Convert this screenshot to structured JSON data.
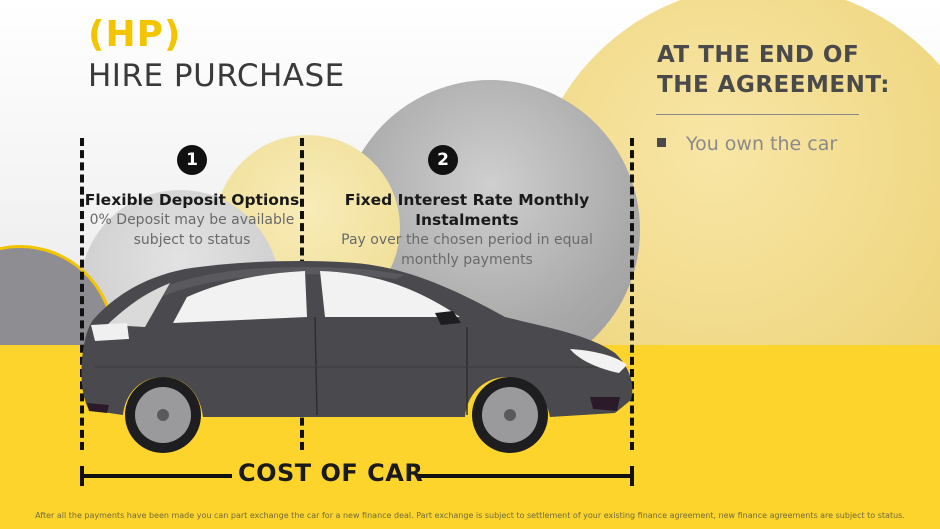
{
  "header": {
    "abbrev": "(HP)",
    "title": "HIRE PURCHASE"
  },
  "steps": [
    {
      "number": "1",
      "title": "Flexible Deposit Options",
      "desc_line1": "0% Deposit may be available",
      "desc_line2": "subject to status"
    },
    {
      "number": "2",
      "title": "Fixed Interest Rate Monthly Instalments",
      "desc_line1": "Pay over the chosen period in equal",
      "desc_line2": "monthly payments"
    }
  ],
  "end_panel": {
    "title_line1": "AT THE END OF",
    "title_line2": "THE AGREEMENT:",
    "items": [
      "You own the car"
    ]
  },
  "cost": {
    "label": "COST OF CAR"
  },
  "footer": {
    "disclaimer": "After all the payments have been made you can part exchange the car for a new finance deal. Part exchange is subject to settlement of your existing finance agreement, new finance agreements are subject to status."
  },
  "colors": {
    "accent_yellow": "#f3c500",
    "ground_yellow": "#fdd42c",
    "car_body": "#4a4a4e",
    "text_dark": "#1a1a1a"
  }
}
